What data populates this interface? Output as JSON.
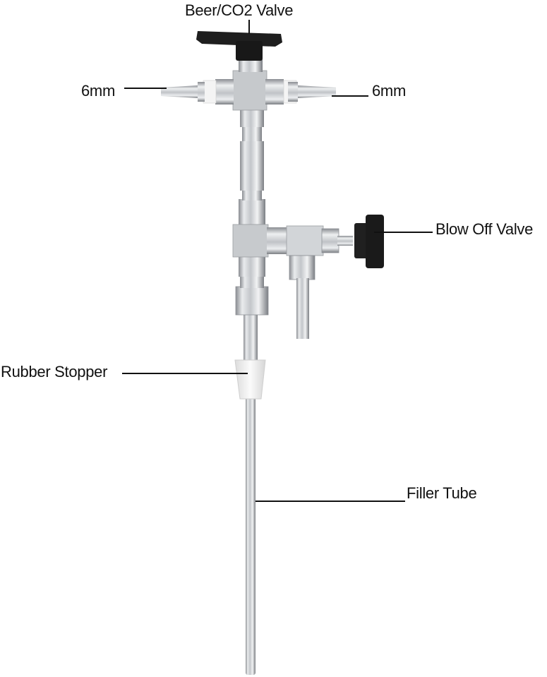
{
  "diagram": {
    "subject": "Beer bottle filler with ball valve and blow off valve",
    "labels": {
      "top_valve": "Beer/CO2 Valve",
      "left_barb": "6mm",
      "right_barb": "6mm",
      "blow_off": "Blow Off Valve",
      "stopper": "Rubber Stopper",
      "tube": "Filler Tube"
    },
    "colors": {
      "steel_light": "#e4e6e8",
      "steel_mid": "#b9bcc0",
      "steel_dark": "#7d8085",
      "handle": "#1c1c1c",
      "stopper": "#f1f1f1",
      "text": "#111111"
    }
  }
}
